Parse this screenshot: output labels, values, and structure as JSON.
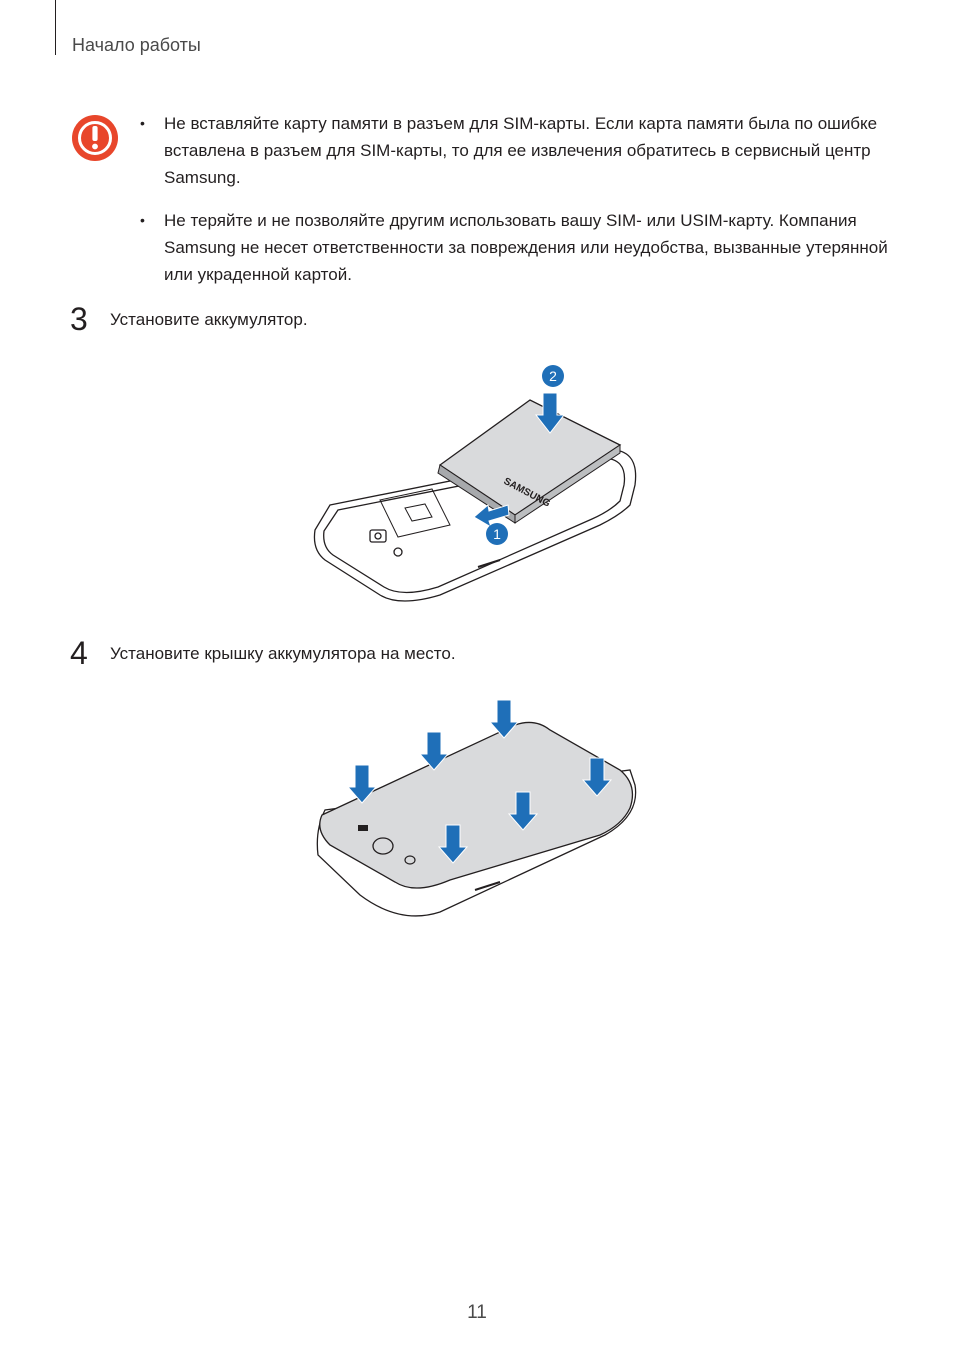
{
  "header": {
    "section_title": "Начало работы"
  },
  "warning": {
    "icon": "exclamation-warning-icon",
    "icon_color": "#e8462b",
    "bullets": [
      "Не вставляйте карту памяти в разъем для SIM-карты. Если карта памяти была по ошибке вставлена в разъем для SIM-карты, то для ее извлечения обратитесь в сервисный центр Samsung.",
      "Не теряйте и не позволяйте другим использовать вашу SIM- или USIM-карту. Компания Samsung не несет ответственности за повреждения или неудобства, вызванные утерянной или украденной картой."
    ],
    "bullet_glyph": "•"
  },
  "steps": [
    {
      "number": "3",
      "text": "Установите аккумулятор."
    },
    {
      "number": "4",
      "text": "Установите крышку аккумулятора на место."
    }
  ],
  "figure_battery": {
    "brand_label": "SAMSUNG",
    "callouts": [
      "1",
      "2"
    ],
    "arrow_color": "#1f6fb8"
  },
  "footer": {
    "page_number": "11"
  }
}
